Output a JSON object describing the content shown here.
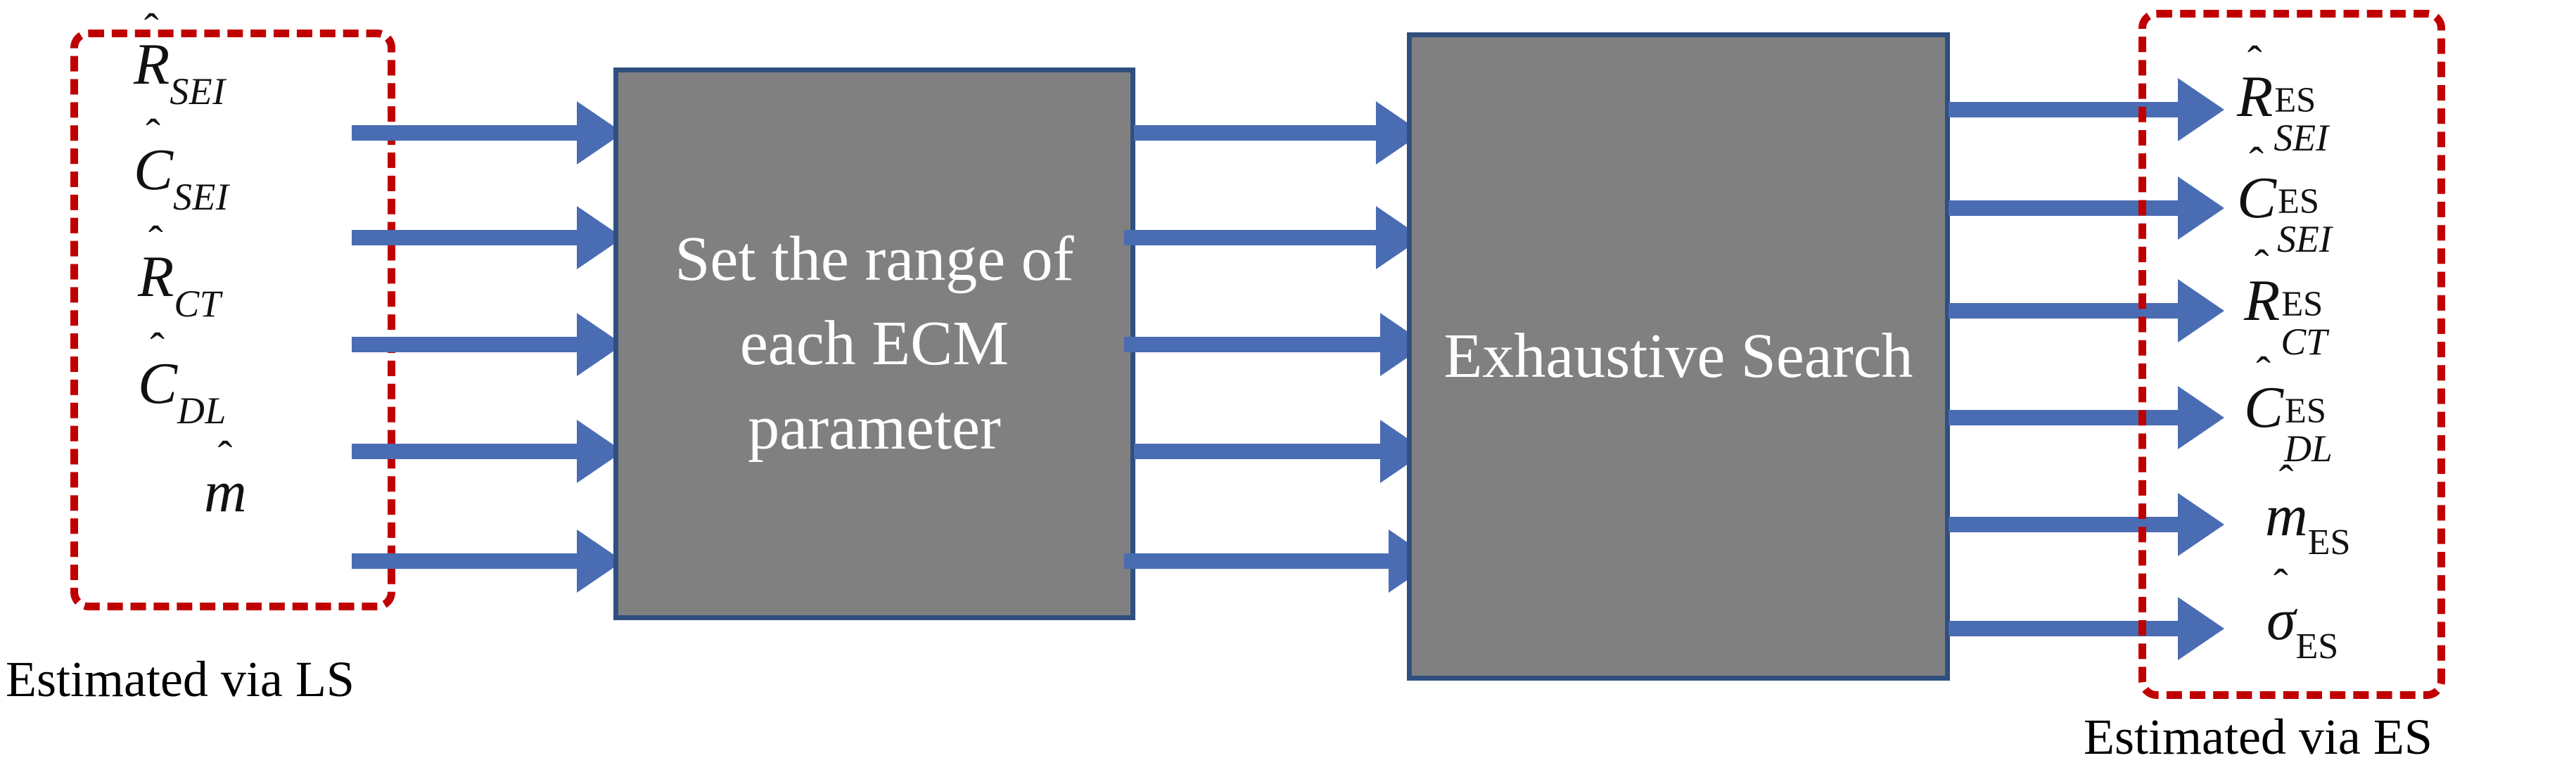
{
  "diagram": {
    "title": "ECM parameter estimation flow",
    "colors": {
      "arrow_blue": "#4a6cb3",
      "box_fill_gray": "#808080",
      "box_border_blue": "#2f4f7f",
      "dashed_red": "#c00000",
      "box_text": "#ffffff",
      "label_text": "#111111",
      "background": "#ffffff"
    }
  },
  "groups": {
    "ls": {
      "caption": "Estimated via LS",
      "style": "dashed-red-rounded"
    },
    "es": {
      "caption": "Estimated via ES",
      "style": "dashed-red-rounded"
    }
  },
  "boxes": [
    {
      "id": "set-range",
      "text": "Set the range of each ECM parameter",
      "lines": [
        "Set the",
        "range of",
        "each ECM",
        "parameter"
      ]
    },
    {
      "id": "exh-search",
      "text": "Exhaustive Search",
      "lines": [
        "Exhaustive",
        "Search"
      ]
    }
  ],
  "inputs": [
    {
      "id": "r-sei",
      "base": "R",
      "hat": "ˆ",
      "sub": "SEI",
      "plain": "R̂_SEI"
    },
    {
      "id": "c-sei",
      "base": "C",
      "hat": "ˆ",
      "sub": "SEI",
      "plain": "Ĉ_SEI"
    },
    {
      "id": "r-ct",
      "base": "R",
      "hat": "ˆ",
      "sub": "CT",
      "plain": "R̂_CT"
    },
    {
      "id": "c-dl",
      "base": "C",
      "hat": "ˆ",
      "sub": "DL",
      "plain": "Ĉ_DL"
    },
    {
      "id": "m",
      "base": "m",
      "hat": "ˆ",
      "sub": "",
      "plain": "m̂"
    }
  ],
  "outputs": [
    {
      "id": "r-sei-es",
      "base": "R",
      "hat": "ˆ",
      "sup": "ES",
      "sub": "SEI",
      "plain": "R̂^ES_SEI"
    },
    {
      "id": "c-sei-es",
      "base": "C",
      "hat": "ˆ",
      "sup": "ES",
      "sub": "SEI",
      "plain": "Ĉ^ES_SEI"
    },
    {
      "id": "r-ct-es",
      "base": "R",
      "hat": "ˆ",
      "sup": "ES",
      "sub": "CT",
      "plain": "R̂^ES_CT"
    },
    {
      "id": "c-dl-es",
      "base": "C",
      "hat": "ˆ",
      "sup": "ES",
      "sub": "DL",
      "plain": "Ĉ^ES_DL"
    },
    {
      "id": "m-es",
      "base": "m",
      "hat": "ˆ",
      "sup": "",
      "sub": "ES",
      "plain": "m̂_ES"
    },
    {
      "id": "sigma-es",
      "base": "σ",
      "hat": "ˆ",
      "sup": "",
      "sub": "ES",
      "plain": "σ̂_ES"
    }
  ],
  "arrow_groups": {
    "inputs_to_box1": {
      "count": 5,
      "direction": "right"
    },
    "box1_to_box2": {
      "count": 5,
      "direction": "right"
    },
    "box2_to_outputs": {
      "count": 6,
      "direction": "right"
    }
  }
}
